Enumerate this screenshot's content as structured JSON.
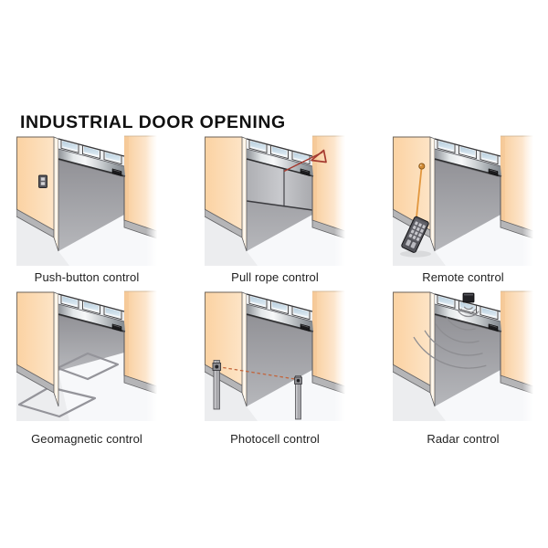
{
  "page": {
    "title": "INDUSTRIAL DOOR OPENING",
    "background": "#ffffff"
  },
  "figures": [
    {
      "label": "Push-button control",
      "variant": "push-button",
      "icon": "push-button-panel-icon"
    },
    {
      "label": "Pull rope control",
      "variant": "pull-rope",
      "icon": "pull-rope-icon"
    },
    {
      "label": "Remote control",
      "variant": "remote",
      "icon": "remote-transmitter-icon"
    },
    {
      "label": "Geomagnetic control",
      "variant": "geomagnetic",
      "icon": "induction-loop-icon"
    },
    {
      "label": "Photocell control",
      "variant": "photocell",
      "icon": "photocell-posts-icon"
    },
    {
      "label": "Radar control",
      "variant": "radar",
      "icon": "radar-sensor-icon"
    }
  ],
  "colors": {
    "wall_peach": "#fbd2a2",
    "wall_peach_light": "#fdeedd",
    "outline_brown": "#6b6157",
    "door_interior_dark": "#919196",
    "door_interior_light": "#b6b7bb",
    "curtain_gray": "#c8c9cd",
    "silver_band_light": "#f7f8f9",
    "silver_band_dark": "#83888e",
    "window_glass_blue": "#b7cfdf",
    "baseboard_gray": "#b5b5b7",
    "floor_gray": "#ecedef",
    "floor_light": "#f7f8fa",
    "rope_red": "#a63b30",
    "antenna_orange": "#e2973f",
    "remote_body_gray": "#54545a",
    "button_light_gray": "#c6c6cb",
    "loop_gray": "#94949a",
    "post_gray": "#a9a9ad",
    "beam_orange": "#c2653c",
    "radar_arc_gray": "#8d8d91",
    "sensor_dark": "#222226",
    "text_dark": "#1a1a1a"
  }
}
